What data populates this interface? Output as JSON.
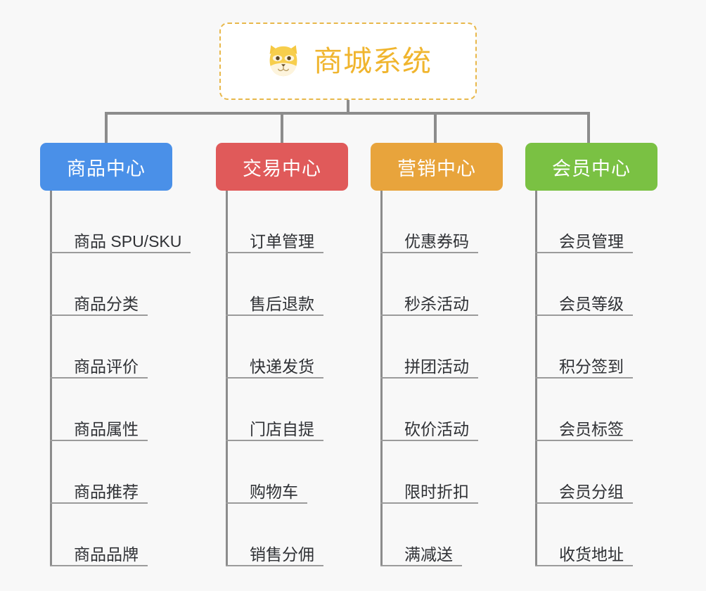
{
  "canvas": {
    "background": "#f8f8f8",
    "connector_color": "#8c8c8c",
    "underline_color": "#9b9b9b",
    "leaf_text_color": "#2f3135"
  },
  "root": {
    "title": "商城系统",
    "icon": "shiba-dog-icon",
    "text_color": "#f0b52e",
    "border_color": "#e8b84b",
    "background": "#ffffff"
  },
  "categories": [
    {
      "label": "商品中心",
      "color": "#4a90e8",
      "items": [
        {
          "label": "商品 SPU/SKU"
        },
        {
          "label": "商品分类"
        },
        {
          "label": "商品评价"
        },
        {
          "label": "商品属性"
        },
        {
          "label": "商品推荐"
        },
        {
          "label": "商品品牌"
        }
      ]
    },
    {
      "label": "交易中心",
      "color": "#e05a5a",
      "items": [
        {
          "label": "订单管理"
        },
        {
          "label": "售后退款"
        },
        {
          "label": "快递发货"
        },
        {
          "label": "门店自提"
        },
        {
          "label": "购物车"
        },
        {
          "label": "销售分佣"
        }
      ]
    },
    {
      "label": "营销中心",
      "color": "#e8a43c",
      "items": [
        {
          "label": "优惠券码"
        },
        {
          "label": "秒杀活动"
        },
        {
          "label": "拼团活动"
        },
        {
          "label": "砍价活动"
        },
        {
          "label": "限时折扣"
        },
        {
          "label": "满减送"
        }
      ]
    },
    {
      "label": "会员中心",
      "color": "#7ac143",
      "items": [
        {
          "label": "会员管理"
        },
        {
          "label": "会员等级"
        },
        {
          "label": "积分签到"
        },
        {
          "label": "会员标签"
        },
        {
          "label": "会员分组"
        },
        {
          "label": "收货地址"
        }
      ]
    }
  ]
}
